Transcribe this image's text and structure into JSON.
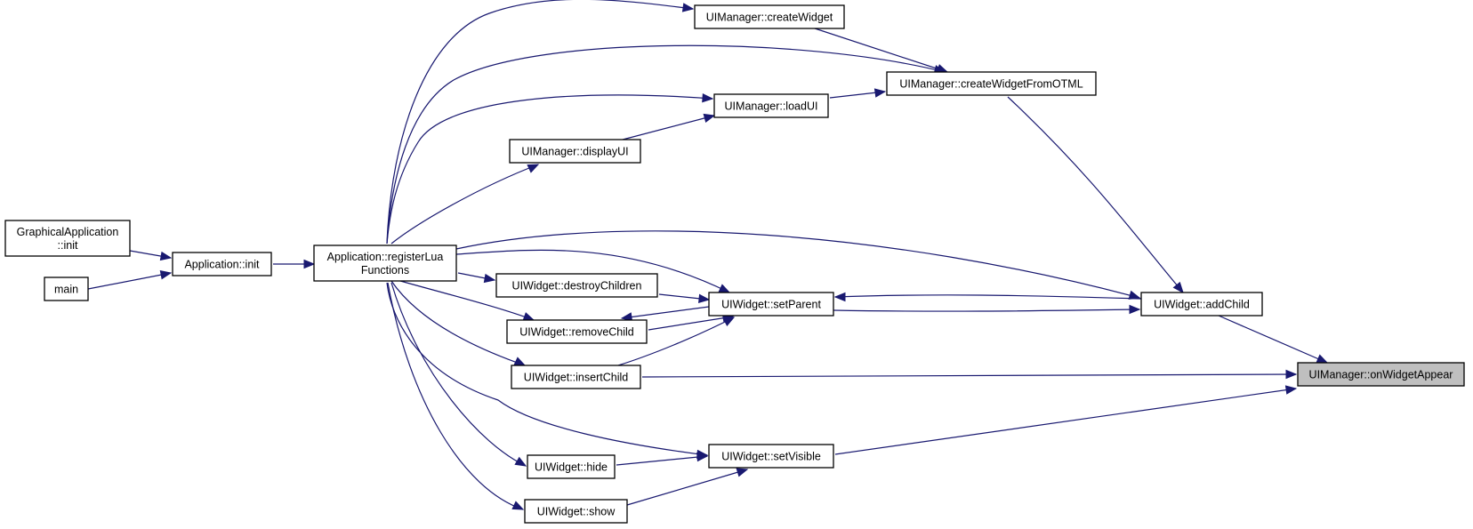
{
  "diagram": {
    "type": "caller-graph",
    "nodes": {
      "target": [
        "UIManager::onWidgetAppear"
      ],
      "createWidget": [
        "UIManager::createWidget"
      ],
      "createWidgetFromOTML": [
        "UIManager::createWidgetFromOTML"
      ],
      "loadUI": [
        "UIManager::loadUI"
      ],
      "displayUI": [
        "UIManager::displayUI"
      ],
      "gfxInit": [
        "GraphicalApplication",
        "::init"
      ],
      "main": [
        "main"
      ],
      "appInit": [
        "Application::init"
      ],
      "registerLua": [
        "Application::registerLua",
        "Functions"
      ],
      "destroyChildren": [
        "UIWidget::destroyChildren"
      ],
      "setParent": [
        "UIWidget::setParent"
      ],
      "addChild": [
        "UIWidget::addChild"
      ],
      "removeChild": [
        "UIWidget::removeChild"
      ],
      "insertChild": [
        "UIWidget::insertChild"
      ],
      "setVisible": [
        "UIWidget::setVisible"
      ],
      "hide": [
        "UIWidget::hide"
      ],
      "show": [
        "UIWidget::show"
      ]
    },
    "edges": [
      [
        "createWidget",
        "registerLua"
      ],
      [
        "createWidgetFromOTML",
        "createWidget"
      ],
      [
        "createWidgetFromOTML",
        "registerLua"
      ],
      [
        "createWidgetFromOTML",
        "loadUI"
      ],
      [
        "loadUI",
        "registerLua"
      ],
      [
        "loadUI",
        "displayUI"
      ],
      [
        "displayUI",
        "registerLua"
      ],
      [
        "appInit",
        "gfxInit"
      ],
      [
        "appInit",
        "main"
      ],
      [
        "registerLua",
        "appInit"
      ],
      [
        "addChild",
        "createWidgetFromOTML"
      ],
      [
        "addChild",
        "registerLua"
      ],
      [
        "addChild",
        "setParent"
      ],
      [
        "setParent",
        "addChild"
      ],
      [
        "destroyChildren",
        "registerLua"
      ],
      [
        "setParent",
        "registerLua"
      ],
      [
        "setParent",
        "destroyChildren"
      ],
      [
        "removeChild",
        "setParent"
      ],
      [
        "setParent",
        "removeChild"
      ],
      [
        "removeChild",
        "registerLua"
      ],
      [
        "setParent",
        "insertChild"
      ],
      [
        "insertChild",
        "registerLua"
      ],
      [
        "target",
        "addChild"
      ],
      [
        "target",
        "insertChild"
      ],
      [
        "target",
        "setVisible"
      ],
      [
        "setVisible",
        "registerLua"
      ],
      [
        "setVisible",
        "hide"
      ],
      [
        "setVisible",
        "show"
      ],
      [
        "hide",
        "registerLua"
      ],
      [
        "show",
        "registerLua"
      ]
    ]
  }
}
